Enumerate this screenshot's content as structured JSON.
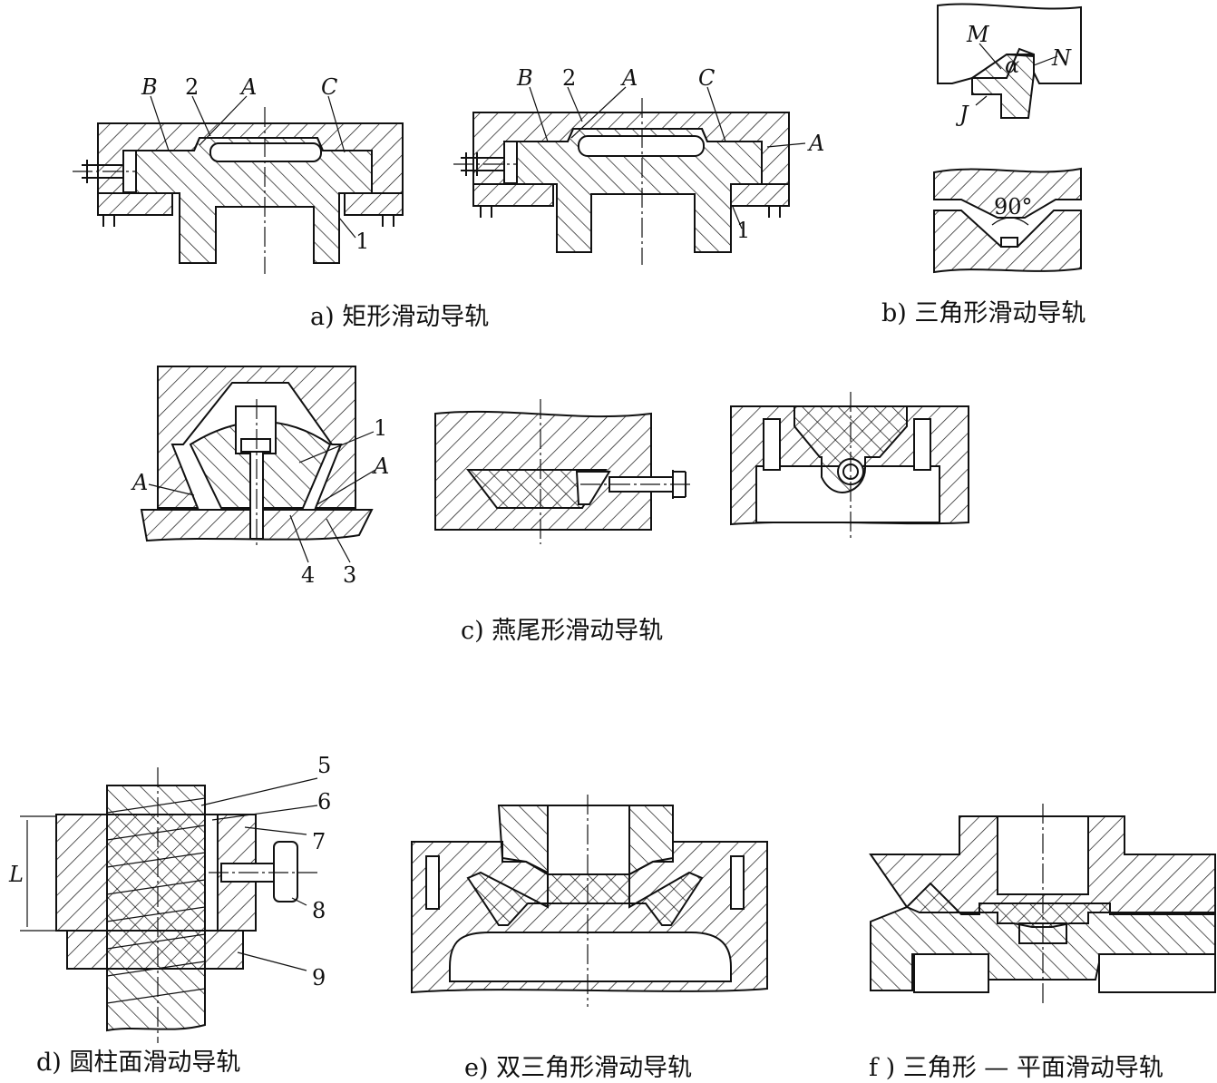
{
  "figures": {
    "a": {
      "caption": "a) 矩形滑动导轨",
      "left_labels": [
        "B",
        "2",
        "A",
        "C",
        "1"
      ],
      "right_labels": [
        "B",
        "2",
        "A",
        "C",
        "A",
        "1"
      ]
    },
    "b": {
      "caption": "b) 三角形滑动导轨",
      "labels": [
        "M",
        "α",
        "N",
        "J"
      ],
      "angle": "90°"
    },
    "c": {
      "caption": "c) 燕尾形滑动导轨",
      "labels": [
        "1",
        "A",
        "A",
        "4",
        "3"
      ]
    },
    "d": {
      "caption": "d) 圆柱面滑动导轨",
      "labels": [
        "5",
        "6",
        "7",
        "8",
        "9",
        "L"
      ]
    },
    "e": {
      "caption": "e) 双三角形滑动导轨"
    },
    "f": {
      "caption": "f ) 三角形 — 平面滑动导轨"
    }
  }
}
